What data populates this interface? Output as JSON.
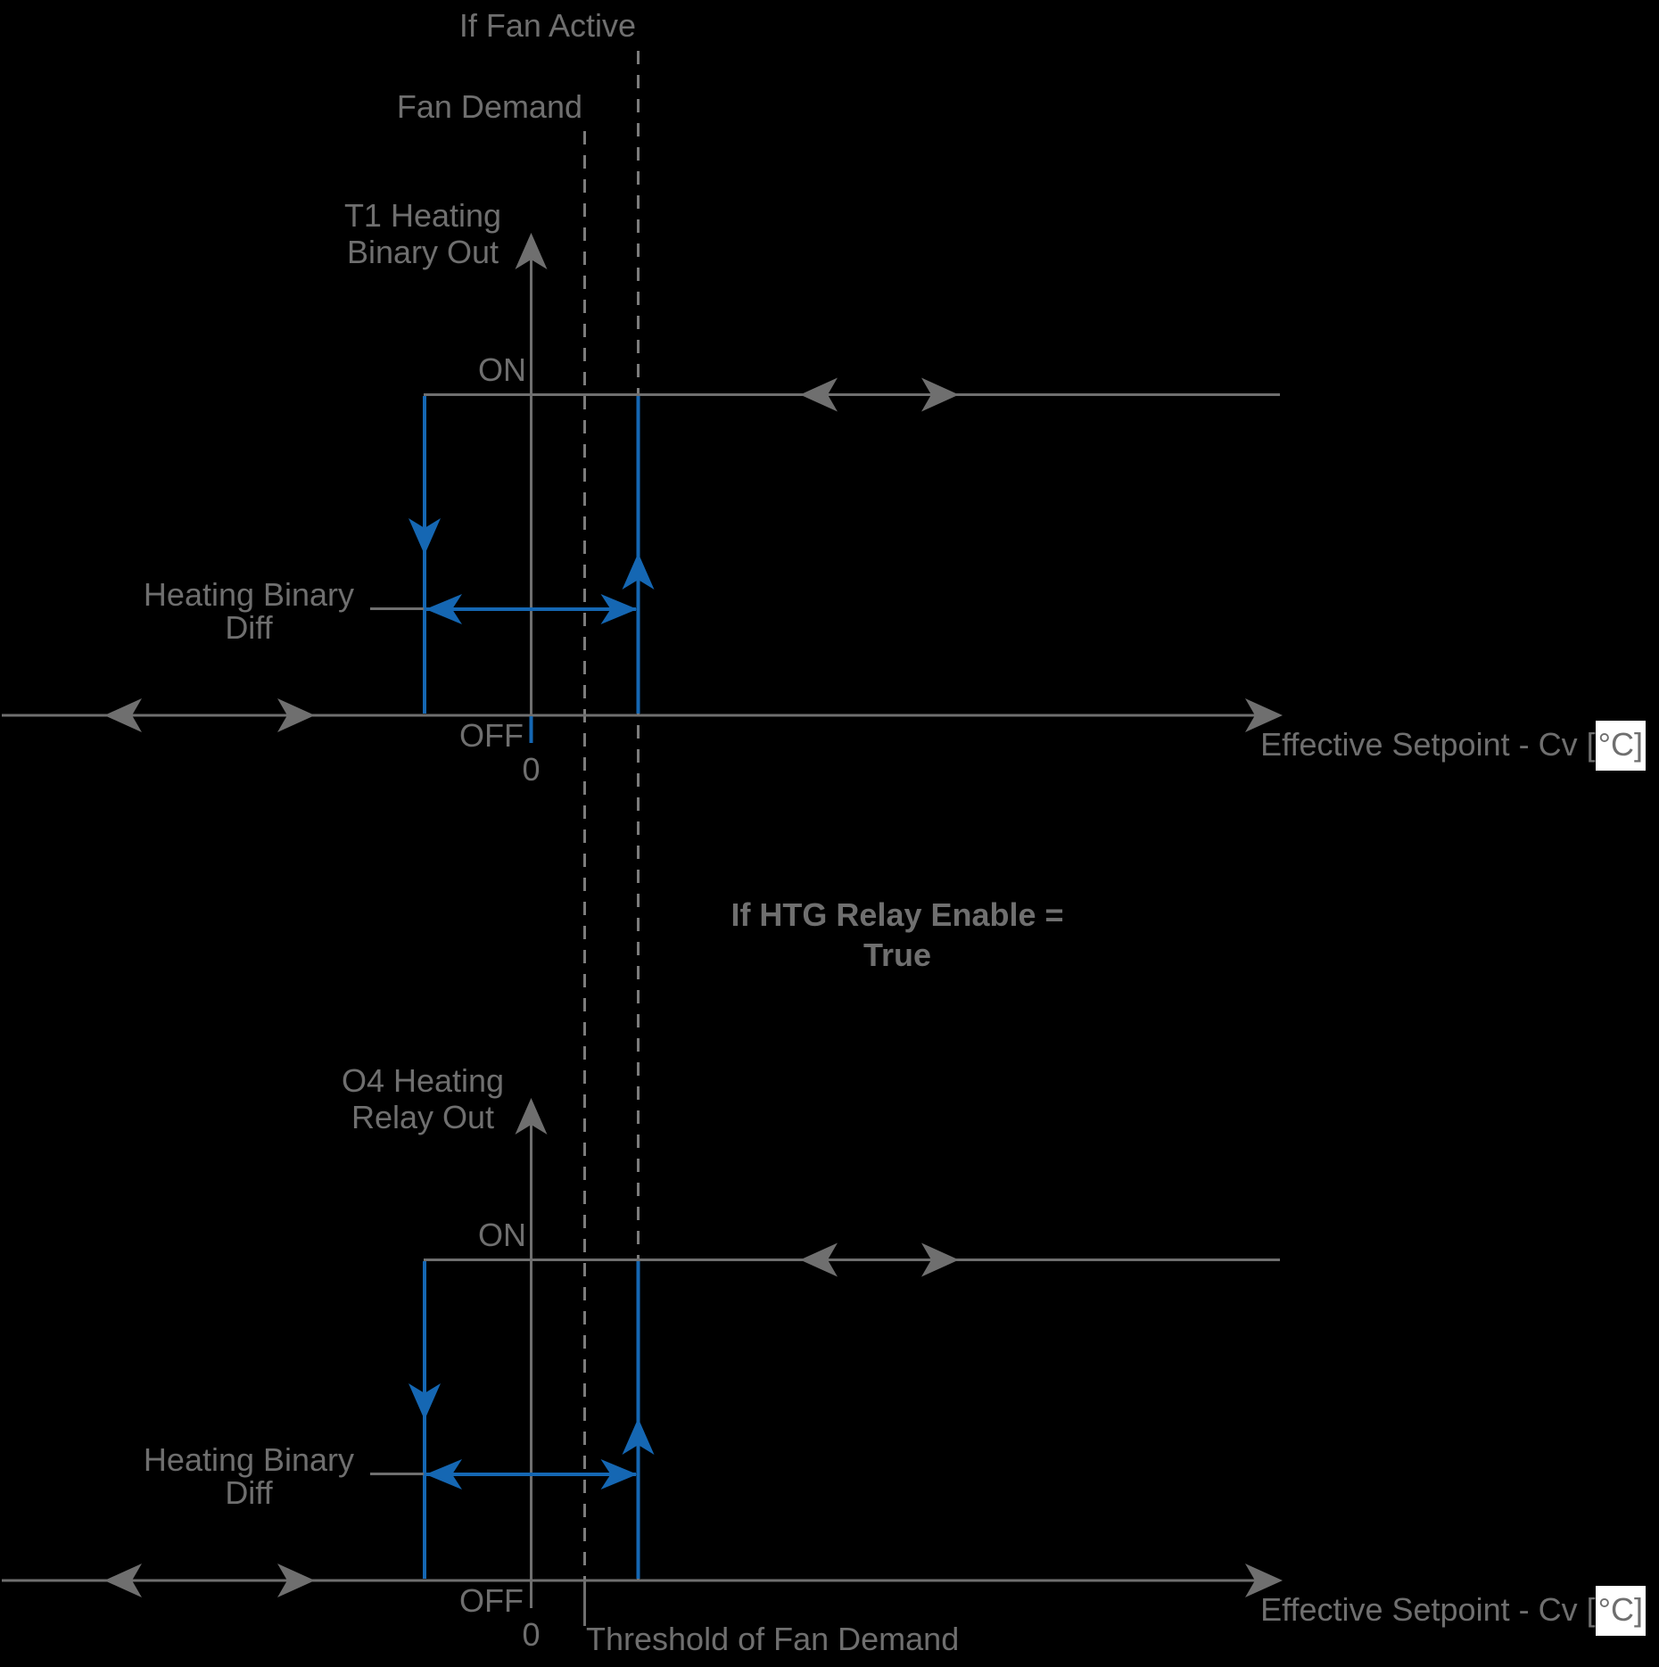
{
  "colors": {
    "background": "#000000",
    "line_gray": "#6f6f6f",
    "dashed_gray": "#7c7c7c",
    "curve_blue": "#1567b3",
    "unit_box_background": "#ffffff"
  },
  "guides": {
    "fan_active": "If Fan Active",
    "fan_demand": "Fan Demand",
    "threshold": "Threshold of Fan Demand"
  },
  "condition": {
    "line1": "If HTG Relay Enable =",
    "line2": "True"
  },
  "charts": [
    {
      "title_line1": "T1 Heating",
      "title_line2": "Binary Out",
      "on": "ON",
      "off": "OFF",
      "zero": "0",
      "diff_line1": "Heating Binary",
      "diff_line2": "Diff",
      "x_label_pre": "Effective Setpoint - Cv [",
      "x_label_unit": "°C]"
    },
    {
      "title_line1": "O4 Heating",
      "title_line2": "Relay Out",
      "on": "ON",
      "off": "OFF",
      "zero": "0",
      "diff_line1": "Heating Binary",
      "diff_line2": "Diff",
      "x_label_pre": "Effective Setpoint - Cv [",
      "x_label_unit": "°C]"
    }
  ]
}
